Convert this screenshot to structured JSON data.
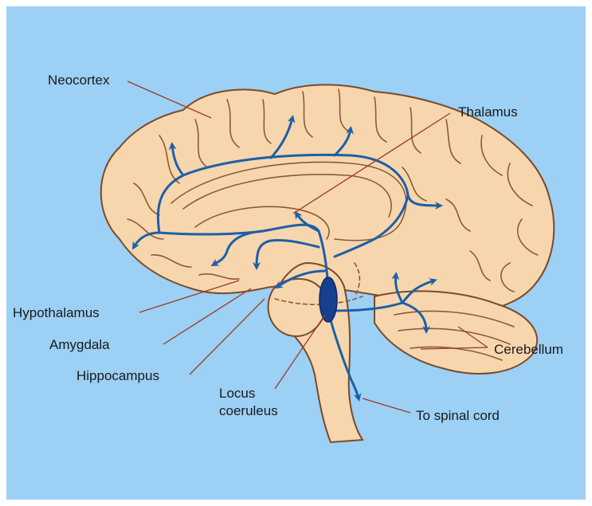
{
  "colors": {
    "background": "#9cd0f5",
    "brain_fill": "#f7d6ad",
    "outline": "#7a4a2a",
    "pathway": "#1d5fa8",
    "locus": "#173f8f",
    "leader": "#9c3a22"
  },
  "labels": {
    "neocortex": "Neocortex",
    "thalamus": "Thalamus",
    "hypothalamus": "Hypothalamus",
    "amygdala": "Amygdala",
    "hippocampus": "Hippocampus",
    "locus_line1": "Locus",
    "locus_line2": "coeruleus",
    "cerebellum": "Cerebellum",
    "spinal_cord": "To spinal cord"
  }
}
